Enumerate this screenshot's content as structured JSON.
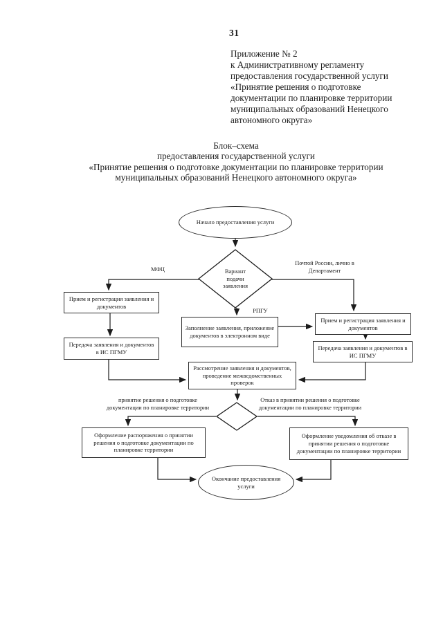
{
  "page": {
    "number": "31"
  },
  "header": {
    "lines": [
      "Приложение № 2",
      "к Административному регламенту",
      "предоставления государственной услуги",
      "«Принятие решения о подготовке",
      "документации по планировке территории",
      "муниципальных образований Ненецкого",
      "автономного округа»"
    ]
  },
  "title": {
    "lines": [
      "Блок–схема",
      "предоставления государственной услуги",
      "«Принятие решения о подготовке документации по планировке территории",
      "муниципальных образований Ненецкого автономного округа»"
    ]
  },
  "flowchart": {
    "start": "Начало предоставления услуги",
    "decision": "Вариант подачи заявления",
    "branch_mfc": "МФЦ",
    "branch_mail": "Почтой России, лично в Департамент",
    "branch_rpgu": "РПГУ",
    "left_receive": "Прием и регистрация заявления и документов",
    "left_transfer": "Передача заявления и документов в ИС ПГМУ",
    "mid_fill": "Заполнение заявления, приложение документов в электронном виде",
    "right_receive": "Прием и регистрация заявления и документов",
    "right_transfer": "Передача заявления и документов в ИС ПГМУ",
    "review": "Рассмотрение заявления и документов, проведение межведомственных проверок",
    "outcome_accept": "принятие решения о подготовке документации по планировке территории",
    "outcome_reject": "Отказ в принятии решения о подготовке документации по планировке территории",
    "order_box": "Оформление распоряжения о принятии решения о подготовке документации по планировке территории",
    "notice_box": "Оформление уведомления об отказе в принятии решения о подготовке документации по планировке территории",
    "end": "Окончание предоставления услуги"
  },
  "colors": {
    "ink": "#1c1c1c",
    "paper": "#ffffff"
  }
}
